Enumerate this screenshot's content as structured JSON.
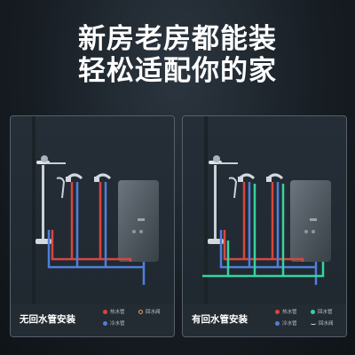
{
  "headline": {
    "line1": "新房老房都能装",
    "line2": "轻松适配你的家"
  },
  "panels": [
    {
      "caption": "无回水管安装",
      "legend": {
        "hot": "热水管",
        "return": "回水阀",
        "cold": "冷水管"
      }
    },
    {
      "caption": "有回水管安装",
      "legend": {
        "hot": "热水管",
        "return": "回水管",
        "cold": "冷水管",
        "valve": "回水阀"
      }
    }
  ],
  "colors": {
    "hot_pipe": "#d8463f",
    "cold_pipe": "#4f7fdc",
    "return_pipe": "#38d39c",
    "heater": "#56606a",
    "chrome": "#c9d0d6"
  }
}
